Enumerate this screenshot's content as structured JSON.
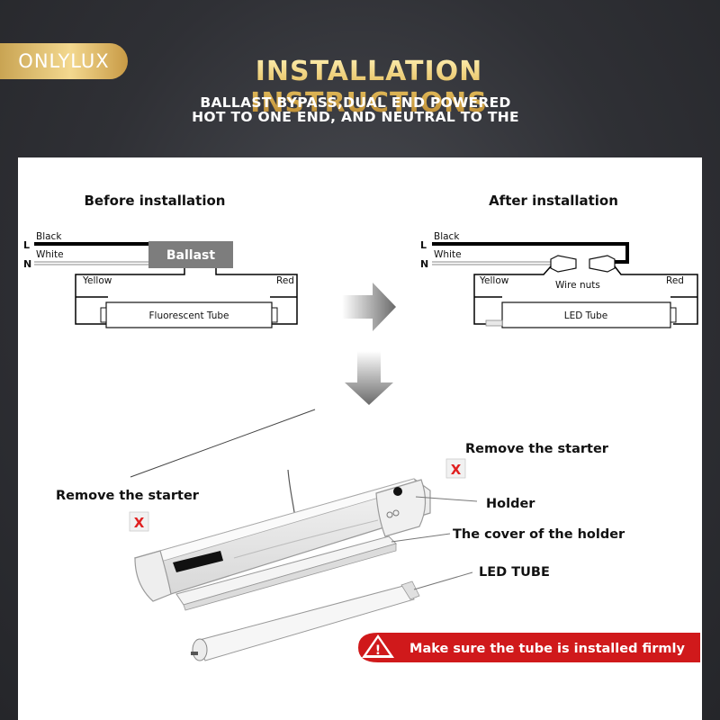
{
  "header": {
    "brand": "ONLYLUX",
    "title": "INSTALLATION INSTRUCTIONS",
    "subtitle_line1": "BALLAST BYPASS,DUAL END POWERED",
    "subtitle_line2": "HOT TO ONE END, AND NEUTRAL TO THE"
  },
  "before": {
    "heading": "Before installation",
    "L": "L",
    "N": "N",
    "black": "Black",
    "white": "White",
    "ballast": "Ballast",
    "yellow": "Yellow",
    "red": "Red",
    "tube": "Fluorescent Tube"
  },
  "after": {
    "heading": "After installation",
    "L": "L",
    "N": "N",
    "black": "Black",
    "white": "White",
    "yellow": "Yellow",
    "red": "Red",
    "wire_nuts": "Wire nuts",
    "tube": "LED Tube"
  },
  "fixture": {
    "remove_left": "Remove the starter",
    "remove_right": "Remove the starter",
    "x_mark": "X",
    "holder": "Holder",
    "cover": "The cover of the holder",
    "led_tube": "LED TUBE",
    "warning": "Make sure the tube is installed firmly",
    "warning_symbol": "!"
  },
  "colors": {
    "gold": "#d9b25a",
    "panel": "#ffffff",
    "warning_red": "#d0191b",
    "x_red": "#e02020"
  }
}
